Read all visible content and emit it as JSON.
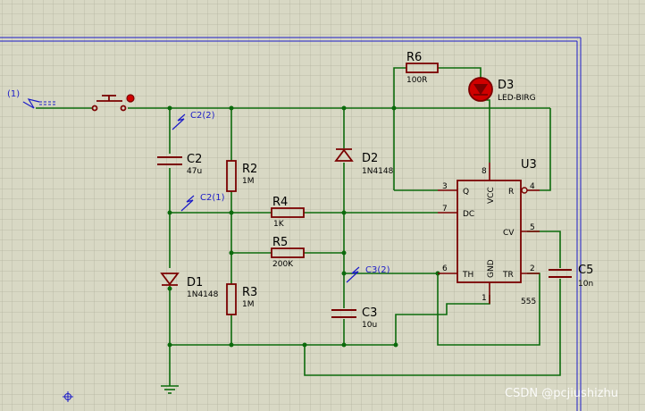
{
  "colors": {
    "background": "#d8d8c4",
    "grid": "#b4b4a0",
    "wire": "#0c6a0c",
    "component": "#7a0000",
    "probe": "#1c1cc8",
    "border": "#1c1cc8",
    "led": "#d00000"
  },
  "labels": {
    "probe_input": "(1)",
    "c2_probe": "C2(2)",
    "c2_1_probe": "C2(1)",
    "c3_probe": "C3(2)",
    "r6": "R6",
    "r6_value": "100R",
    "d3": "D3",
    "d3_value": "LED-BIRG",
    "u3": "U3",
    "c2": "C2",
    "c2_value": "47u",
    "r2": "R2",
    "r2_value": "1M",
    "d2": "D2",
    "d2_value": "1N4148",
    "r4": "R4",
    "r4_value": "1K",
    "r5": "R5",
    "r5_value": "200K",
    "d1": "D1",
    "d1_value": "1N4148",
    "r3": "R3",
    "r3_value": "1M",
    "c3": "C3",
    "c3_value": "10u",
    "c5": "C5",
    "c5_value": "10n",
    "ic_part": "555",
    "pin_q": "Q",
    "pin_dc": "DC",
    "pin_th": "TH",
    "pin_vcc": "VCC",
    "pin_r": "R",
    "pin_cv": "CV",
    "pin_tr": "TR",
    "pin_gnd": "GND",
    "pin_num_3": "3",
    "pin_num_7": "7",
    "pin_num_6": "6",
    "pin_num_8": "8",
    "pin_num_4": "4",
    "pin_num_5": "5",
    "pin_num_2": "2",
    "pin_num_1": "1",
    "watermark": "CSDN @pcjiushizhu"
  }
}
